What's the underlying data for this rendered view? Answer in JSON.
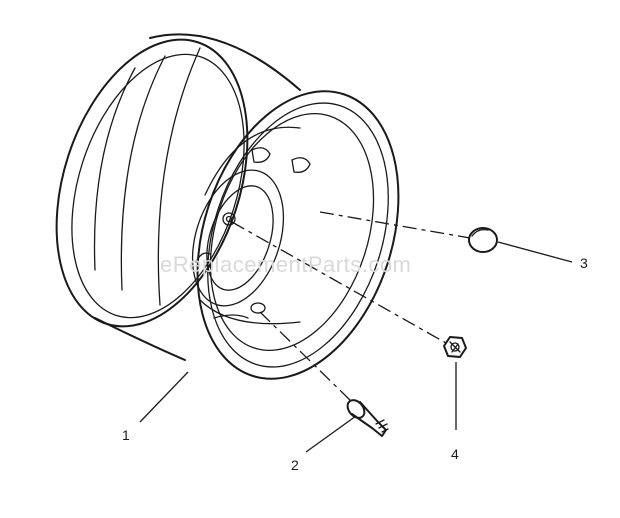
{
  "watermark": "eReplacementParts.com",
  "callouts": [
    {
      "id": "1",
      "label": "1"
    },
    {
      "id": "2",
      "label": "2"
    },
    {
      "id": "3",
      "label": "3"
    },
    {
      "id": "4",
      "label": "4"
    }
  ],
  "colors": {
    "ink": "#1a1a1a",
    "watermark": "#d9d9d9",
    "background": "#ffffff"
  }
}
